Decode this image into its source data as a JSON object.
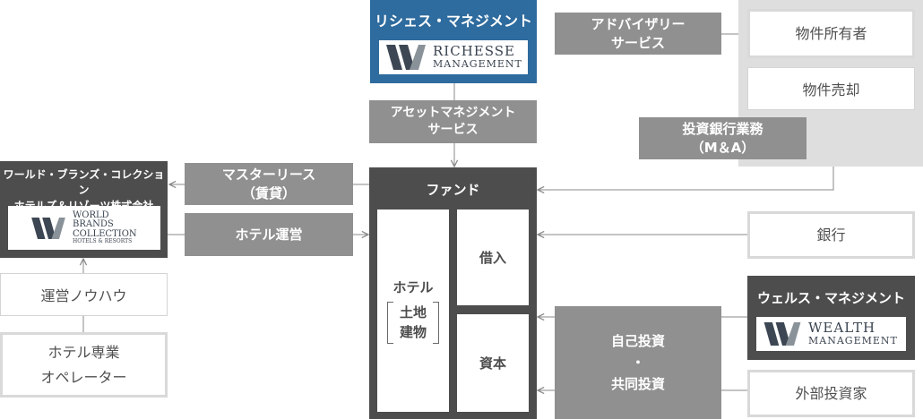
{
  "colors": {
    "richesse_blue": "#2e6b9e",
    "dark_gray": "#4d4d4d",
    "mid_gray": "#909090",
    "light_gray": "#d9d9d9"
  },
  "richesse": {
    "name": "リシェス・マネジメント",
    "logo_line1": "RICHESSE",
    "logo_line2": "MANAGEMENT"
  },
  "advisory": {
    "line1": "アドバイザリー",
    "line2": "サービス"
  },
  "owner": {
    "label": "物件所有者"
  },
  "sale": {
    "label": "物件売却"
  },
  "investment_banking": {
    "line1": "投資銀行業務",
    "line2": "（M＆A）"
  },
  "asset_mgmt": {
    "line1": "アセットマネジメント",
    "line2": "サービス"
  },
  "fund": {
    "title": "ファンド",
    "hotel": "ホテル",
    "land": "土地",
    "building": "建物",
    "loan": "借入",
    "capital": "資本"
  },
  "wbc": {
    "line1": "ワールド・ブランズ・コレクション",
    "line2": "ホテルズ＆リゾーツ株式会社",
    "logo_line1": "WORLD",
    "logo_line2": "BRANDS",
    "logo_line3": "COLLECTION",
    "logo_line4": "HOTELS & RESORTS"
  },
  "master_lease": {
    "line1": "マスターリース",
    "line2": "（賃貸）"
  },
  "hotel_ops": {
    "label": "ホテル運営"
  },
  "know_how": {
    "label": "運営ノウハウ"
  },
  "operator": {
    "line1": "ホテル専業",
    "line2": "オペレーター"
  },
  "bank": {
    "label": "銀行"
  },
  "wealth": {
    "name": "ウェルス・マネジメント",
    "logo_line1": "WEALTH",
    "logo_line2": "MANAGEMENT"
  },
  "self_invest": {
    "line1": "自己投資",
    "dot": "・",
    "line2": "共同投資"
  },
  "external": {
    "label": "外部投資家"
  }
}
